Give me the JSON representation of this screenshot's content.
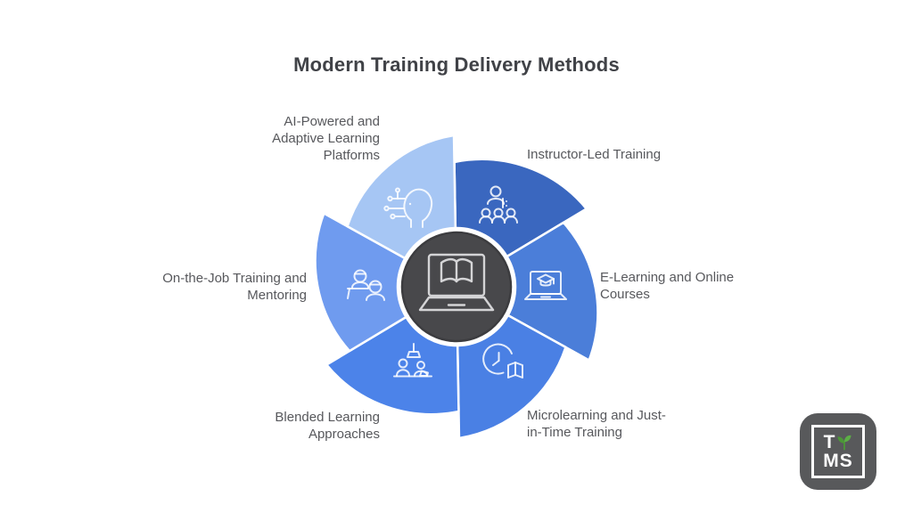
{
  "title": "Modern Training Delivery Methods",
  "diagram": {
    "type": "pinwheel-cycle",
    "center": {
      "icon": "laptop-open-book-icon",
      "fill_color": "#48484b",
      "rim_color": "#3c3c3f"
    },
    "segments": [
      {
        "id": "instructor-led-training",
        "label": "Instructor-Led Training",
        "color": "#3a67bf",
        "tip_angle_deg": 31,
        "icon": "presenter-with-audience-icon"
      },
      {
        "id": "elearning-online-courses",
        "label": "E-Learning and Online\nCourses",
        "color": "#4b7ed9",
        "tip_angle_deg": -29,
        "icon": "laptop-graduation-cap-icon"
      },
      {
        "id": "microlearning-just-in-time",
        "label": "Microlearning and Just-\nin-Time Training",
        "color": "#4a80e4",
        "tip_angle_deg": -89,
        "icon": "clock-open-book-icon"
      },
      {
        "id": "blended-learning-approaches",
        "label": "Blended Learning\nApproaches",
        "color": "#4c83e9",
        "tip_angle_deg": -149,
        "icon": "people-at-laptops-lamp-icon"
      },
      {
        "id": "on-the-job-training-mentoring",
        "label": "On-the-Job Training and\nMentoring",
        "color": "#6f9bef",
        "tip_angle_deg": 151,
        "icon": "mentor-and-mentee-icon"
      },
      {
        "id": "ai-adaptive-learning-platforms",
        "label": "AI-Powered and\nAdaptive Learning\nPlatforms",
        "color": "#a6c6f4",
        "tip_angle_deg": 91,
        "icon": "ai-profile-circuit-icon"
      }
    ],
    "label_color": "#57585c"
  },
  "logo": {
    "letter_top": "T",
    "letters_bottom": "MS",
    "background_color": "#58595b",
    "sprout_color_left": "#4c9638",
    "sprout_color_right": "#5cae46"
  }
}
